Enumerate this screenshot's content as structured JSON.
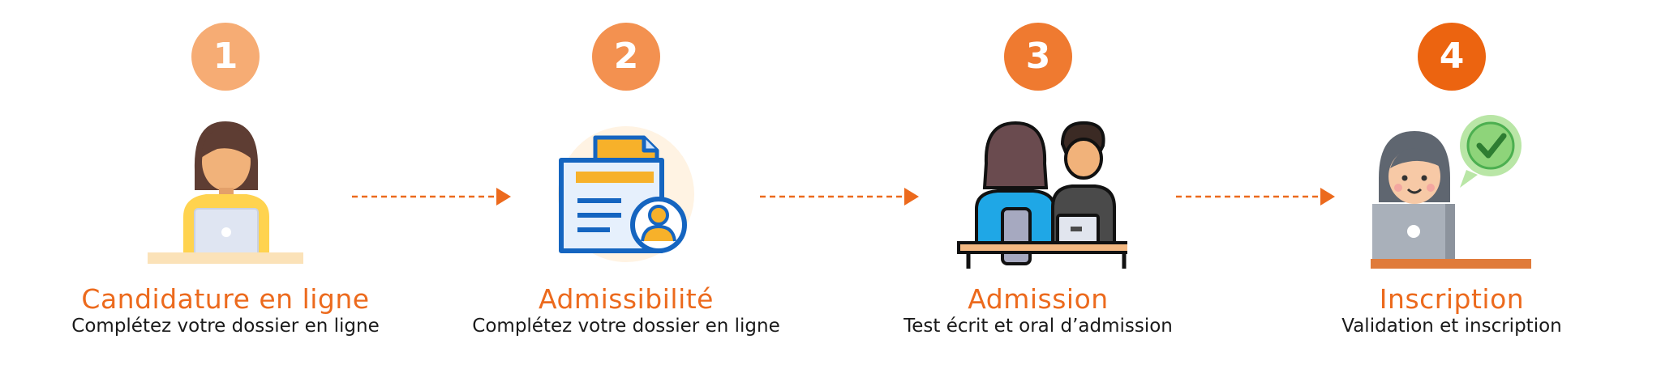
{
  "steps": [
    {
      "number": "1",
      "title": "Candidature en ligne",
      "description": "Complétez votre dossier en ligne",
      "badge_color": "#f6ac74",
      "icon": "woman-laptop-icon"
    },
    {
      "number": "2",
      "title": "Admissibilité",
      "description": "Complétez votre dossier en ligne",
      "badge_color": "#f39150",
      "icon": "document-profile-icon"
    },
    {
      "number": "3",
      "title": "Admission",
      "description": "Test écrit et oral d’admission",
      "badge_color": "#ef7a30",
      "icon": "interview-icon"
    },
    {
      "number": "4",
      "title": "Inscription",
      "description": "Validation et inscription",
      "badge_color": "#ec6410",
      "icon": "validated-student-icon"
    }
  ],
  "colors": {
    "accent": "#ec6a1d",
    "arrow": "#ec6a1d",
    "text": "#1a1a1a"
  }
}
